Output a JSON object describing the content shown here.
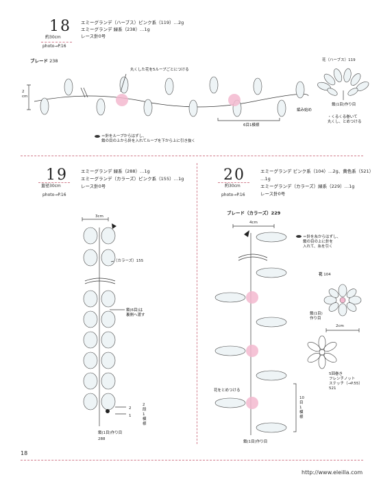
{
  "p18": {
    "number": "18",
    "size": "約30cm",
    "photo": "photo→P.16",
    "yarn_lines": [
      "エミーグランデ（ハーブス）ピンク系（119）…2g",
      "エミーグランデ 緑系（238）…1g",
      "レース針0号"
    ],
    "braid_label": "ブレード",
    "braid_code": "238",
    "flower_label": "花（ハーブス）119",
    "note_attach": "丸くした花を5ループごとにつける",
    "dim_2cm": "2\ncm",
    "start": "編み始め",
    "repeat": "6目1模様",
    "chain_start": "鎖(1目)作り目",
    "roll_note": "・くるくる巻いて\n丸くし、とめつける",
    "legend": "＝針をループからはずし、\n鎖の目の上から針を入れてループを下から上に引き抜く"
  },
  "p19": {
    "number": "19",
    "size": "直径30cm",
    "photo": "photo→P.16",
    "yarn_lines": [
      "エミーグランデ 緑系（288）…1g",
      "エミーグランデ（カラーズ）ピンク系（155）…1g",
      "レース針0号"
    ],
    "dim_3cm": "3cm",
    "colors_label": "（カラーズ）155",
    "chain6": "鎖(6目)は\n裏側へ渡す",
    "step2": "2",
    "step1": "1",
    "row_note": "2\n段\n1\n模\n様",
    "chain_start": "鎖(1目)作り目",
    "chain_code": "288"
  },
  "p20": {
    "number": "20",
    "size": "約30cm",
    "photo": "photo→P.16",
    "yarn_lines": [
      "エミーグランデ ピンク系（104）…2g、黄色系（521）",
      "…1g",
      "エミーグランデ（カラーズ）緑系（229）…1g",
      "レース針0号"
    ],
    "braid_label": "ブレード（カラーズ）229",
    "dim_4cm": "4cm",
    "legend": "＝針を糸からはずし、\n鎖の目の上に針を\n入れて、糸を引く",
    "flower_label": "花",
    "flower_code": "104",
    "chain1": "鎖(1目)\n作り目",
    "dim_2cm": "2cm",
    "french_knot": "5回巻き\nフレンチノット\nステッチ（→P.55）\n521",
    "attach": "花をとめつける",
    "repeat": "10\n目\n1\n模\n様",
    "chain_start": "鎖(1目)作り目"
  },
  "footer": {
    "page": "18",
    "url": "http://www.eleilla.com"
  },
  "colors": {
    "accent": "#d07a8a",
    "pink_marker": "#f3b8cf"
  }
}
